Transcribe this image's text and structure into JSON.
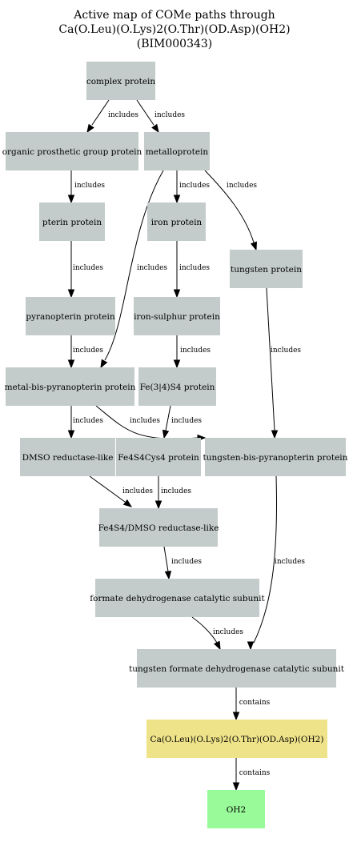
{
  "title": {
    "lines": [
      "Active map of COMe paths through",
      "Ca(O.Leu)(O.Lys)2(O.Thr)(OD.Asp)(OH2)",
      "(BIM000343)"
    ]
  },
  "colors": {
    "protein_node": "#c3cccb",
    "compound_node": "#efe38a",
    "ligand_node": "#98fa98"
  },
  "nodes": [
    {
      "id": "complex_protein",
      "label": "complex protein",
      "kind": "protein"
    },
    {
      "id": "organic_prosthetic",
      "label": "organic prosthetic group protein",
      "kind": "protein"
    },
    {
      "id": "metalloprotein",
      "label": "metalloprotein",
      "kind": "protein"
    },
    {
      "id": "pterin_protein",
      "label": "pterin protein",
      "kind": "protein"
    },
    {
      "id": "iron_protein",
      "label": "iron protein",
      "kind": "protein"
    },
    {
      "id": "tungsten_protein",
      "label": "tungsten protein",
      "kind": "protein"
    },
    {
      "id": "pyranopterin_protein",
      "label": "pyranopterin protein",
      "kind": "protein"
    },
    {
      "id": "iron_sulphur_protein",
      "label": "iron-sulphur protein",
      "kind": "protein"
    },
    {
      "id": "metal_bis_pyranopterin",
      "label": "metal-bis-pyranopterin protein",
      "kind": "protein"
    },
    {
      "id": "fe3_4s4_protein",
      "label": "Fe(3|4)S4 protein",
      "kind": "protein"
    },
    {
      "id": "dmso_reductase_like",
      "label": "DMSO reductase-like",
      "kind": "protein"
    },
    {
      "id": "fe4s4cys4_protein",
      "label": "Fe4S4Cys4 protein",
      "kind": "protein"
    },
    {
      "id": "tungsten_bis_pyranopterin",
      "label": "tungsten-bis-pyranopterin protein",
      "kind": "protein"
    },
    {
      "id": "fe4s4_dmso",
      "label": "Fe4S4/DMSO reductase-like",
      "kind": "protein"
    },
    {
      "id": "formate_dh_subunit",
      "label": "formate dehydrogenase catalytic subunit",
      "kind": "protein"
    },
    {
      "id": "tungsten_formate_dh",
      "label": "tungsten formate dehydrogenase catalytic subunit",
      "kind": "protein"
    },
    {
      "id": "ca_site",
      "label": "Ca(O.Leu)(O.Lys)2(O.Thr)(OD.Asp)(OH2)",
      "kind": "compound"
    },
    {
      "id": "oh2",
      "label": "OH2",
      "kind": "ligand"
    }
  ],
  "edges": [
    {
      "from": "complex_protein",
      "to": "organic_prosthetic",
      "label": "includes"
    },
    {
      "from": "complex_protein",
      "to": "metalloprotein",
      "label": "includes"
    },
    {
      "from": "organic_prosthetic",
      "to": "pterin_protein",
      "label": "includes"
    },
    {
      "from": "metalloprotein",
      "to": "iron_protein",
      "label": "includes"
    },
    {
      "from": "metalloprotein",
      "to": "tungsten_protein",
      "label": "includes"
    },
    {
      "from": "metalloprotein",
      "to": "metal_bis_pyranopterin",
      "label": "includes"
    },
    {
      "from": "pterin_protein",
      "to": "pyranopterin_protein",
      "label": "includes"
    },
    {
      "from": "iron_protein",
      "to": "iron_sulphur_protein",
      "label": "includes"
    },
    {
      "from": "pyranopterin_protein",
      "to": "metal_bis_pyranopterin",
      "label": "includes"
    },
    {
      "from": "iron_sulphur_protein",
      "to": "fe3_4s4_protein",
      "label": "includes"
    },
    {
      "from": "tungsten_protein",
      "to": "tungsten_bis_pyranopterin",
      "label": "includes"
    },
    {
      "from": "metal_bis_pyranopterin",
      "to": "dmso_reductase_like",
      "label": "includes"
    },
    {
      "from": "metal_bis_pyranopterin",
      "to": "tungsten_bis_pyranopterin",
      "label": "includes"
    },
    {
      "from": "fe3_4s4_protein",
      "to": "fe4s4cys4_protein",
      "label": "includes"
    },
    {
      "from": "dmso_reductase_like",
      "to": "fe4s4_dmso",
      "label": "includes"
    },
    {
      "from": "fe4s4cys4_protein",
      "to": "fe4s4_dmso",
      "label": "includes"
    },
    {
      "from": "fe4s4_dmso",
      "to": "formate_dh_subunit",
      "label": "includes"
    },
    {
      "from": "formate_dh_subunit",
      "to": "tungsten_formate_dh",
      "label": "includes"
    },
    {
      "from": "tungsten_bis_pyranopterin",
      "to": "tungsten_formate_dh",
      "label": "includes"
    },
    {
      "from": "tungsten_formate_dh",
      "to": "ca_site",
      "label": "contains"
    },
    {
      "from": "ca_site",
      "to": "oh2",
      "label": "contains"
    }
  ]
}
